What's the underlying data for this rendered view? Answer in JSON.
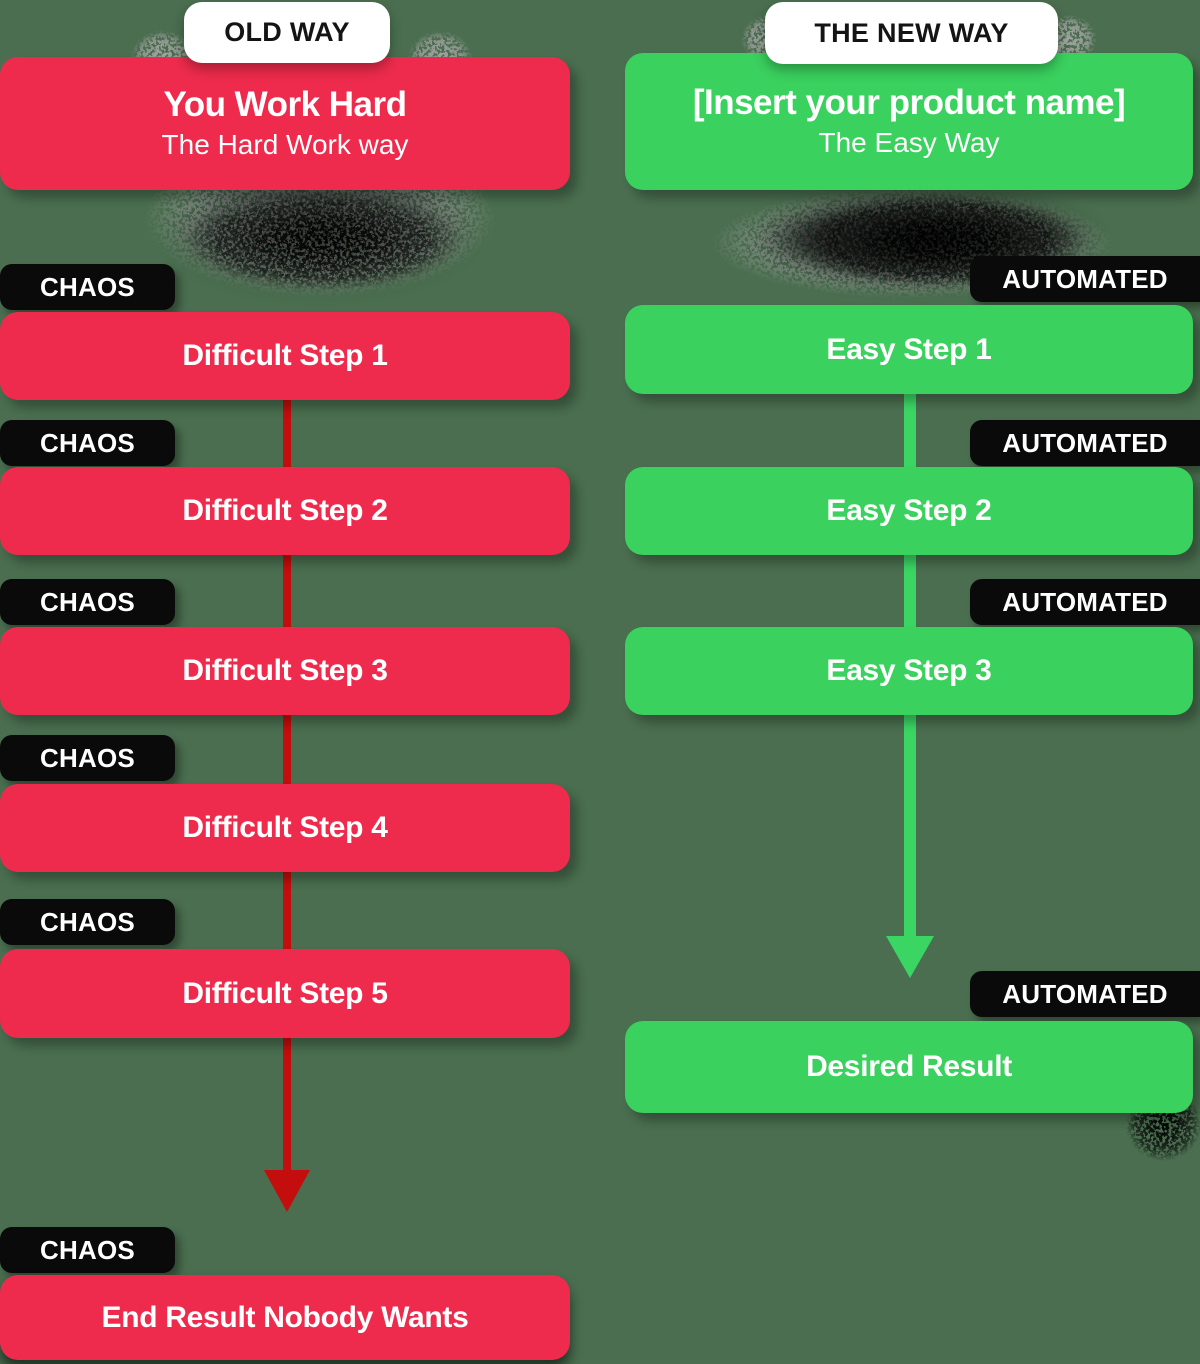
{
  "colors": {
    "background": "#4A6E4F",
    "old_way_red": "#EE2B4C",
    "new_way_green": "#3AD15E",
    "old_arrow_red": "#C40D0D",
    "new_arrow_green": "#3BD563",
    "tag_black": "#0A0A0A",
    "pill_white": "#FFFFFF",
    "text_white": "#FFFFFF",
    "pill_text_black": "#141414"
  },
  "old_way": {
    "badge": "OLD WAY",
    "header": {
      "title": "You Work Hard",
      "subtitle": "The Hard Work way"
    },
    "tag": "CHAOS",
    "steps": [
      "Difficult Step 1",
      "Difficult Step 2",
      "Difficult Step 3",
      "Difficult Step 4",
      "Difficult Step 5"
    ],
    "result": "End Result Nobody Wants"
  },
  "new_way": {
    "badge": "THE NEW WAY",
    "header": {
      "title": "[Insert your product name]",
      "subtitle": "The Easy Way"
    },
    "tag": "AUTOMATED",
    "steps": [
      "Easy Step 1",
      "Easy Step 2",
      "Easy Step 3"
    ],
    "result": "Desired Result"
  }
}
